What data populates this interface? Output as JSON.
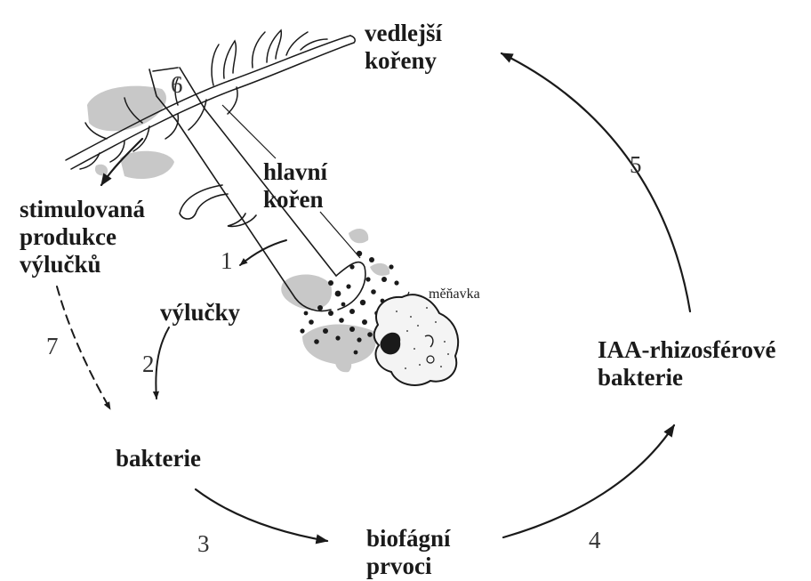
{
  "labels": {
    "vedlejsi_koreny": [
      "vedlejší",
      "kořeny"
    ],
    "hlavni_koren": [
      "hlavní",
      "kořen"
    ],
    "stimulovana": [
      "stimulovaná",
      "produkce",
      "výlučků"
    ],
    "vylucky": "výlučky",
    "bakterie": "bakterie",
    "biofagni": [
      "biofágní",
      "prvoci"
    ],
    "iaa": [
      "IAA-rhizosférové",
      "bakterie"
    ],
    "menavka": "měňavka"
  },
  "step_numbers": {
    "n1": "1",
    "n2": "2",
    "n3": "3",
    "n4": "4",
    "n5": "5",
    "n6": "6",
    "n7": "7"
  },
  "colors": {
    "ink": "#1a1a1a",
    "soil": "#c8c8c8"
  }
}
